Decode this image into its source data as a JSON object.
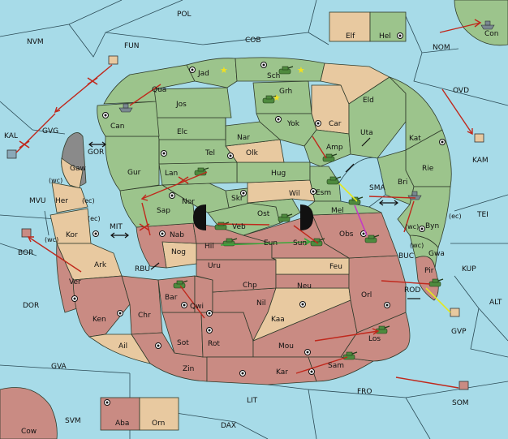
{
  "map": {
    "provinces": {
      "pol": "POL",
      "nvm": "NVM",
      "fun": "FUN",
      "cob": "COB",
      "elf": "Elf",
      "hel": "Hel",
      "con": "Con",
      "nom": "NOM",
      "ovd": "OVD",
      "kal": "KAL",
      "gvg": "GVG",
      "gor": "GOR",
      "gaw": "Gaw",
      "kam": "KAM",
      "mvu": "MVU",
      "her": "Her",
      "kor": "Kor",
      "ark": "Ark",
      "mit": "MIT",
      "bor": "BOR",
      "rbu": "RBU",
      "ver": "Ver",
      "ken": "Ken",
      "dor": "DOR",
      "ail": "Ail",
      "gva": "GVA",
      "cow": "Cow",
      "svm": "SVM",
      "aba": "Aba",
      "orn": "Orn",
      "lit": "LIT",
      "dax": "DAX",
      "zin": "Zin",
      "kar": "Kar",
      "sam": "Sam",
      "fro": "FRO",
      "som": "SOM",
      "jad": "Jad",
      "sch": "Sch",
      "qua": "Qua",
      "jos": "Jos",
      "grh": "Grh",
      "eld": "Eld",
      "can": "Can",
      "yok": "Yok",
      "car": "Car",
      "elc": "Elc",
      "nar": "Nar",
      "uta": "Uta",
      "kat": "Kat",
      "amp": "Amp",
      "olk": "Olk",
      "tel": "Tel",
      "gur": "Gur",
      "lan": "Lan",
      "hug": "Hug",
      "rie": "Rie",
      "bri": "Bri",
      "esm": "Esm",
      "sma": "SMA",
      "wil": "Wil",
      "nor": "Nor",
      "skr": "Skr",
      "sap": "Sap",
      "ost": "Ost",
      "mel": "Mel",
      "veb": "Veb",
      "byn": "Byn",
      "tei": "TEI",
      "nab": "Nab",
      "hil": "Hil",
      "eun": "Eun",
      "sun": "Sun",
      "obs": "Obs",
      "gwa": "Gwa",
      "buc": "BUC",
      "kup": "KUP",
      "nog": "Nog",
      "uru": "Uru",
      "feu": "Feu",
      "pir": "Pir",
      "chp": "Chp",
      "neu": "Neu",
      "orl": "Orl",
      "rod": "ROD",
      "alt": "ALT",
      "bar": "Bar",
      "qwi": "Qwi",
      "nil": "Nil",
      "chr": "Chr",
      "kaa": "Kaa",
      "gvp": "GVP",
      "sot": "Sot",
      "rot": "Rot",
      "mou": "Mou",
      "los": "Los"
    },
    "coasts": {
      "wc1": "(wc)",
      "ec1": "(ec)",
      "ec2": "(ec)",
      "wc2": "(wc)",
      "wc3": "(wc)",
      "ec3": "(ec)",
      "wc4": "(wc)"
    }
  }
}
